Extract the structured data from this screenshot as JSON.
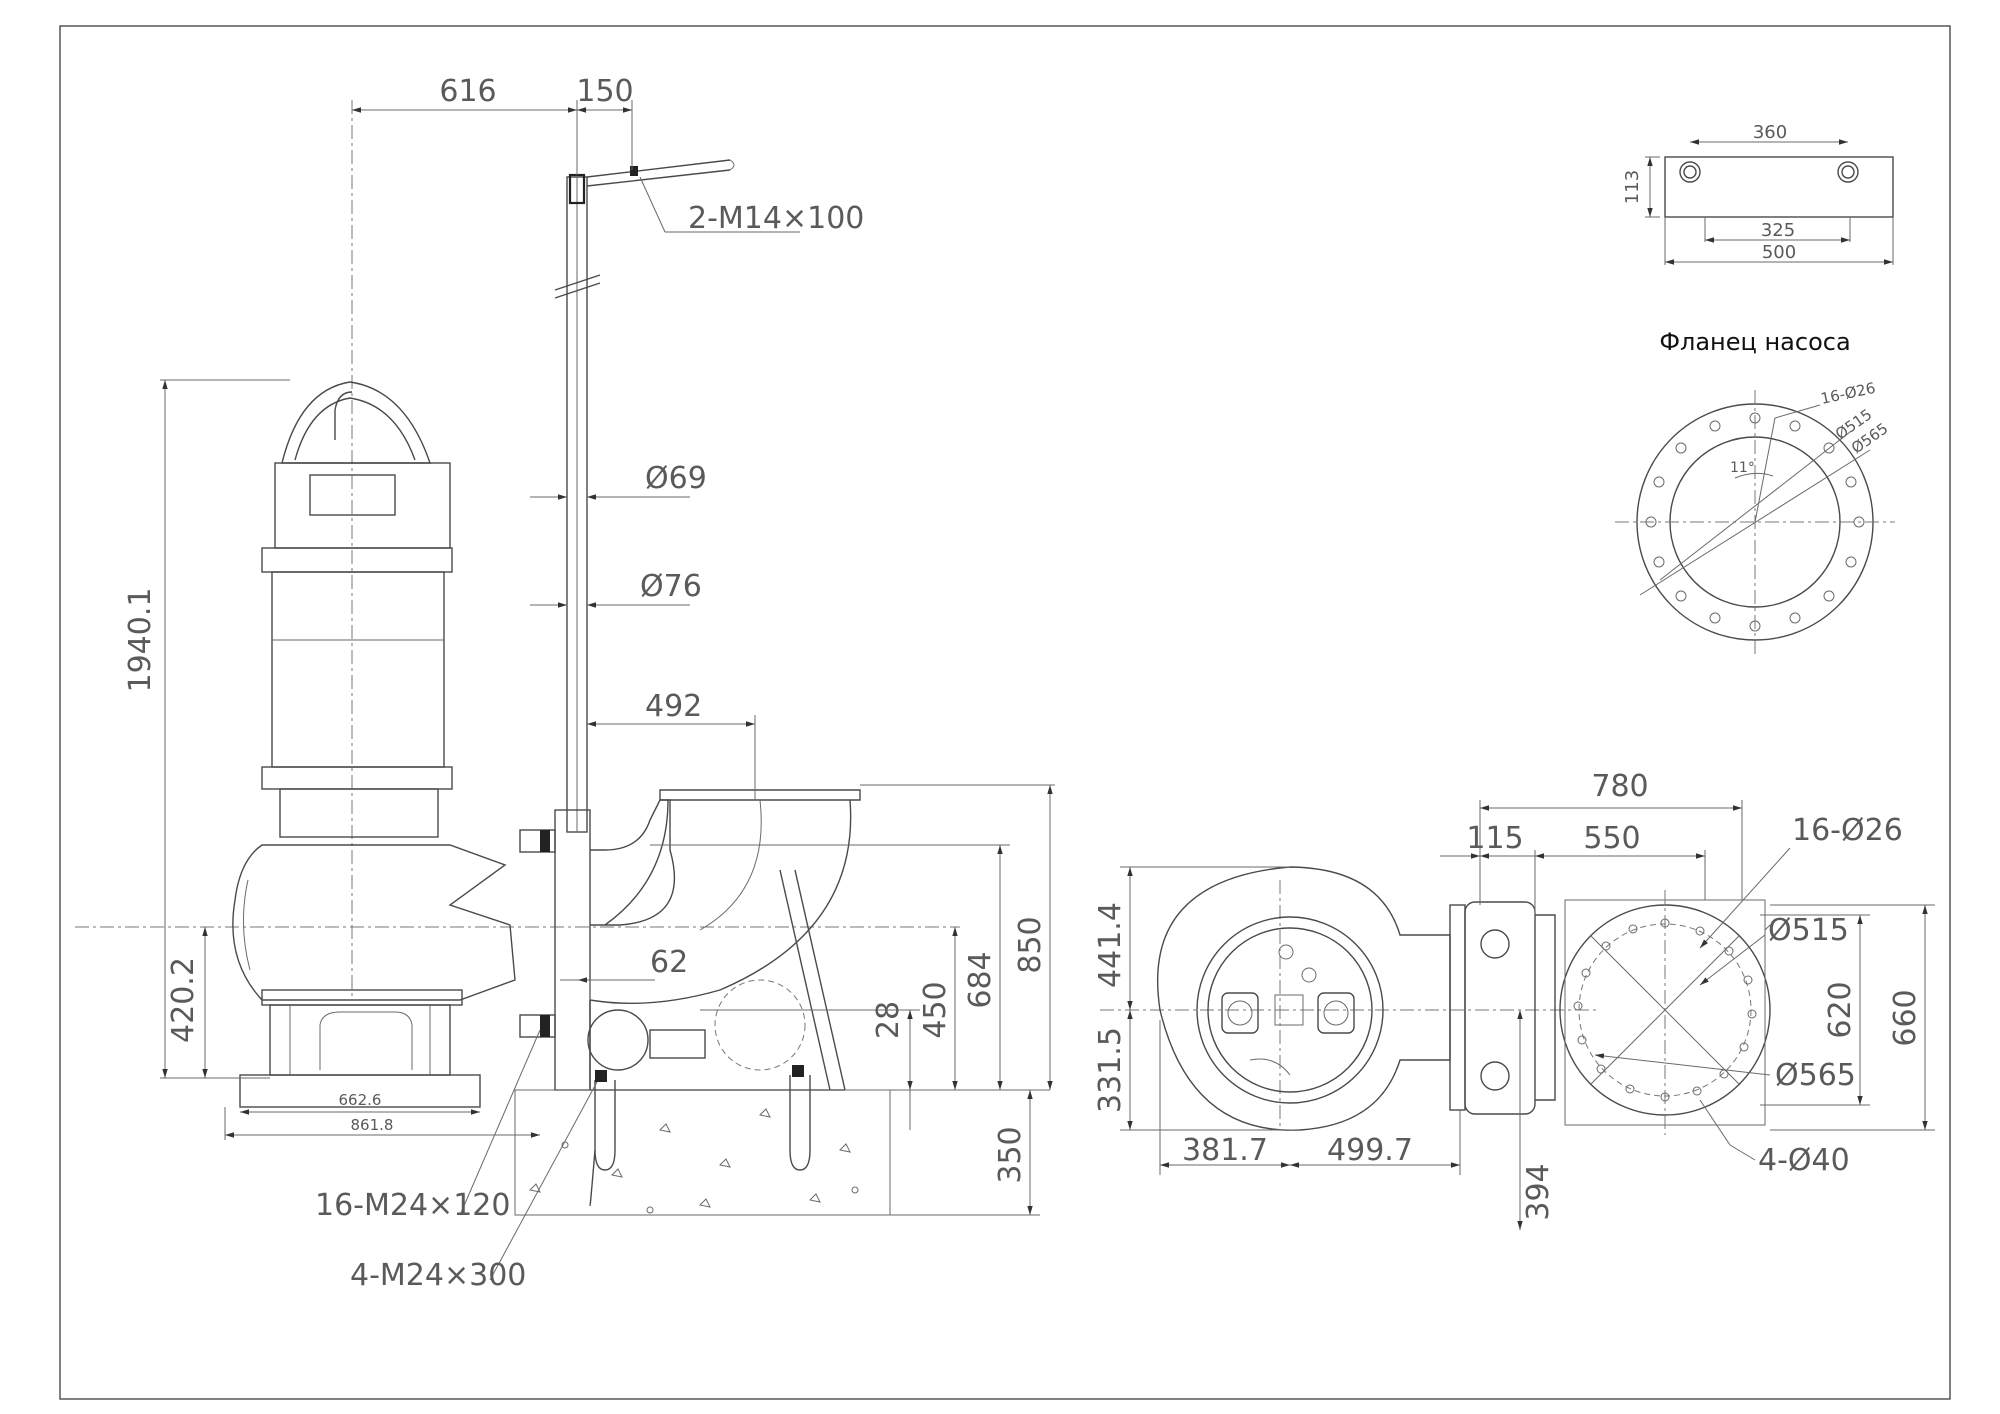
{
  "side_view": {
    "dims": {
      "d616": "616",
      "d150": "150",
      "bolt_top": "2-M14×100",
      "d69": "Ø69",
      "d76": "Ø76",
      "d492": "492",
      "d1940": "1940.1",
      "d420": "420.2",
      "d62": "62",
      "d28": "28",
      "d450": "450",
      "d684": "684",
      "d850": "850",
      "d662": "662.6",
      "d861": "861.8",
      "d350": "350",
      "bolt_base": "16-M24×120",
      "bolt_anchor": "4-M24×300"
    }
  },
  "top_view": {
    "dims": {
      "d780": "780",
      "d115": "115",
      "d550": "550",
      "holes16": "16-Ø26",
      "d515": "Ø515",
      "d565": "Ø565",
      "holes4": "4-Ø40",
      "d441": "441.4",
      "d331": "331.5",
      "d620": "620",
      "d660": "660",
      "d381": "381.7",
      "d499": "499.7",
      "d394": "394"
    }
  },
  "bracket_view": {
    "dims": {
      "d360": "360",
      "d113": "113",
      "d325": "325",
      "d500": "500"
    }
  },
  "flange_view": {
    "title": "Фланец насоса",
    "dims": {
      "holes": "16-Ø26",
      "d515": "Ø515",
      "d565": "Ø565",
      "angle": "11°"
    }
  }
}
